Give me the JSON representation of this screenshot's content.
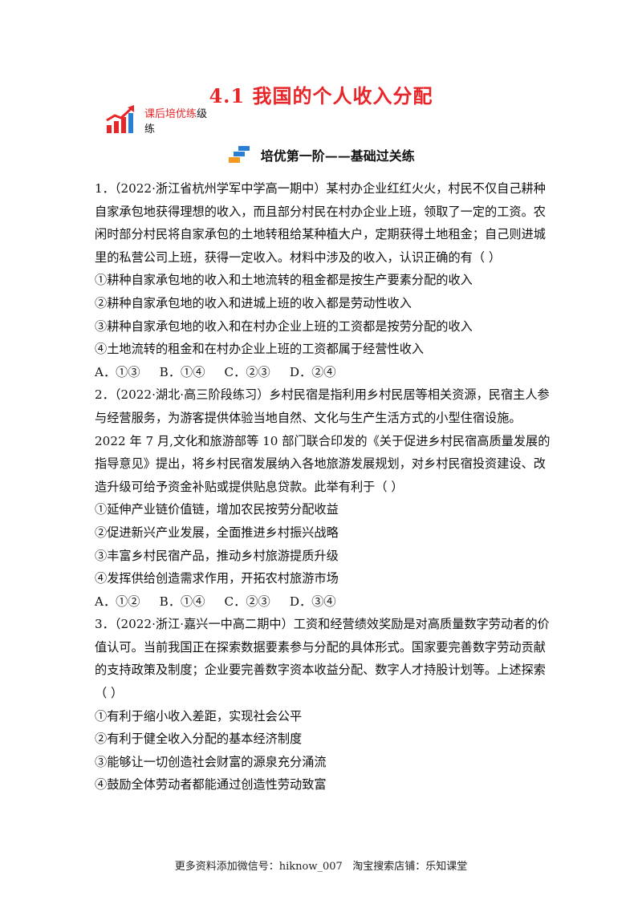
{
  "title": "4.1  我国的个人收入分配",
  "tag": {
    "red": "课后培优练",
    "black_end": "级",
    "line2": "练"
  },
  "section_title": "培优第一阶——基础过关练",
  "questions": [
    {
      "stem": "1．（2022·浙江省杭州学军中学高一期中）某村办企业红红火火，村民不仅自己耕种自家承包地获得理想的收入，而且部分村民在村办企业上班，领取了一定的工资。农闲时部分村民将自家承包的土地转租给某种植大户，定期获得土地租金；自己则进城里的私营公司上班，获得一定收入。材料中涉及的收入，认识正确的有（     ）",
      "items": [
        "①耕种自家承包地的收入和土地流转的租金都是按生产要素分配的收入",
        "②耕种自家承包地的收入和进城上班的收入都是劳动性收入",
        "③耕种自家承包地的收入和在村办企业上班的工资都是按劳分配的收入",
        "④土地流转的租金和在村办企业上班的工资都属于经营性收入"
      ],
      "options": "A．①③     B．①④     C．②③     D．②④"
    },
    {
      "stem": "2．（2022·湖北·高三阶段练习）乡村民宿是指利用乡村民居等相关资源，民宿主人参与经营服务，为游客提供体验当地自然、文化与生产生活方式的小型住宿设施。2022 年 7 月,文化和旅游部等 10 部门联合印发的《关于促进乡村民宿高质量发展的指导意见》提出，将乡村民宿发展纳入各地旅游发展规划，对乡村民宿投资建设、改造升级可给予资金补贴或提供贴息贷款。此举有利于（     ）",
      "items": [
        "①延伸产业链价值链，增加农民按劳分配收益",
        "②促进新兴产业发展，全面推进乡村振兴战略",
        "③丰富乡村民宿产品，推动乡村旅游提质升级",
        "④发挥供给创造需求作用，开拓农村旅游市场"
      ],
      "options": "A．①②     B．①④     C．②③     D．③④"
    },
    {
      "stem": "3．（2022·浙江·嘉兴一中高二期中）工资和经营绩效奖励是对高质量数字劳动者的价值认可。当前我国正在探索数据要素参与分配的具体形式。国家要完善数字劳动贡献的支持政策及制度；企业要完善数字资本收益分配、数字人才持股计划等。上述探索（     ）",
      "items": [
        "①有利于缩小收入差距，实现社会公平",
        "②有利于健全收入分配的基本经济制度",
        "③能够让一切创造社会财富的源泉充分涌流",
        "④鼓励全体劳动者都能通过创造性劳动致富"
      ]
    }
  ],
  "footer": "更多资料添加微信号：hiknow_007   淘宝搜索店铺：乐知课堂",
  "colors": {
    "accent": "#e8262a",
    "section_icon": "#2a7fd4",
    "section_icon_alt": "#f39a1e"
  }
}
